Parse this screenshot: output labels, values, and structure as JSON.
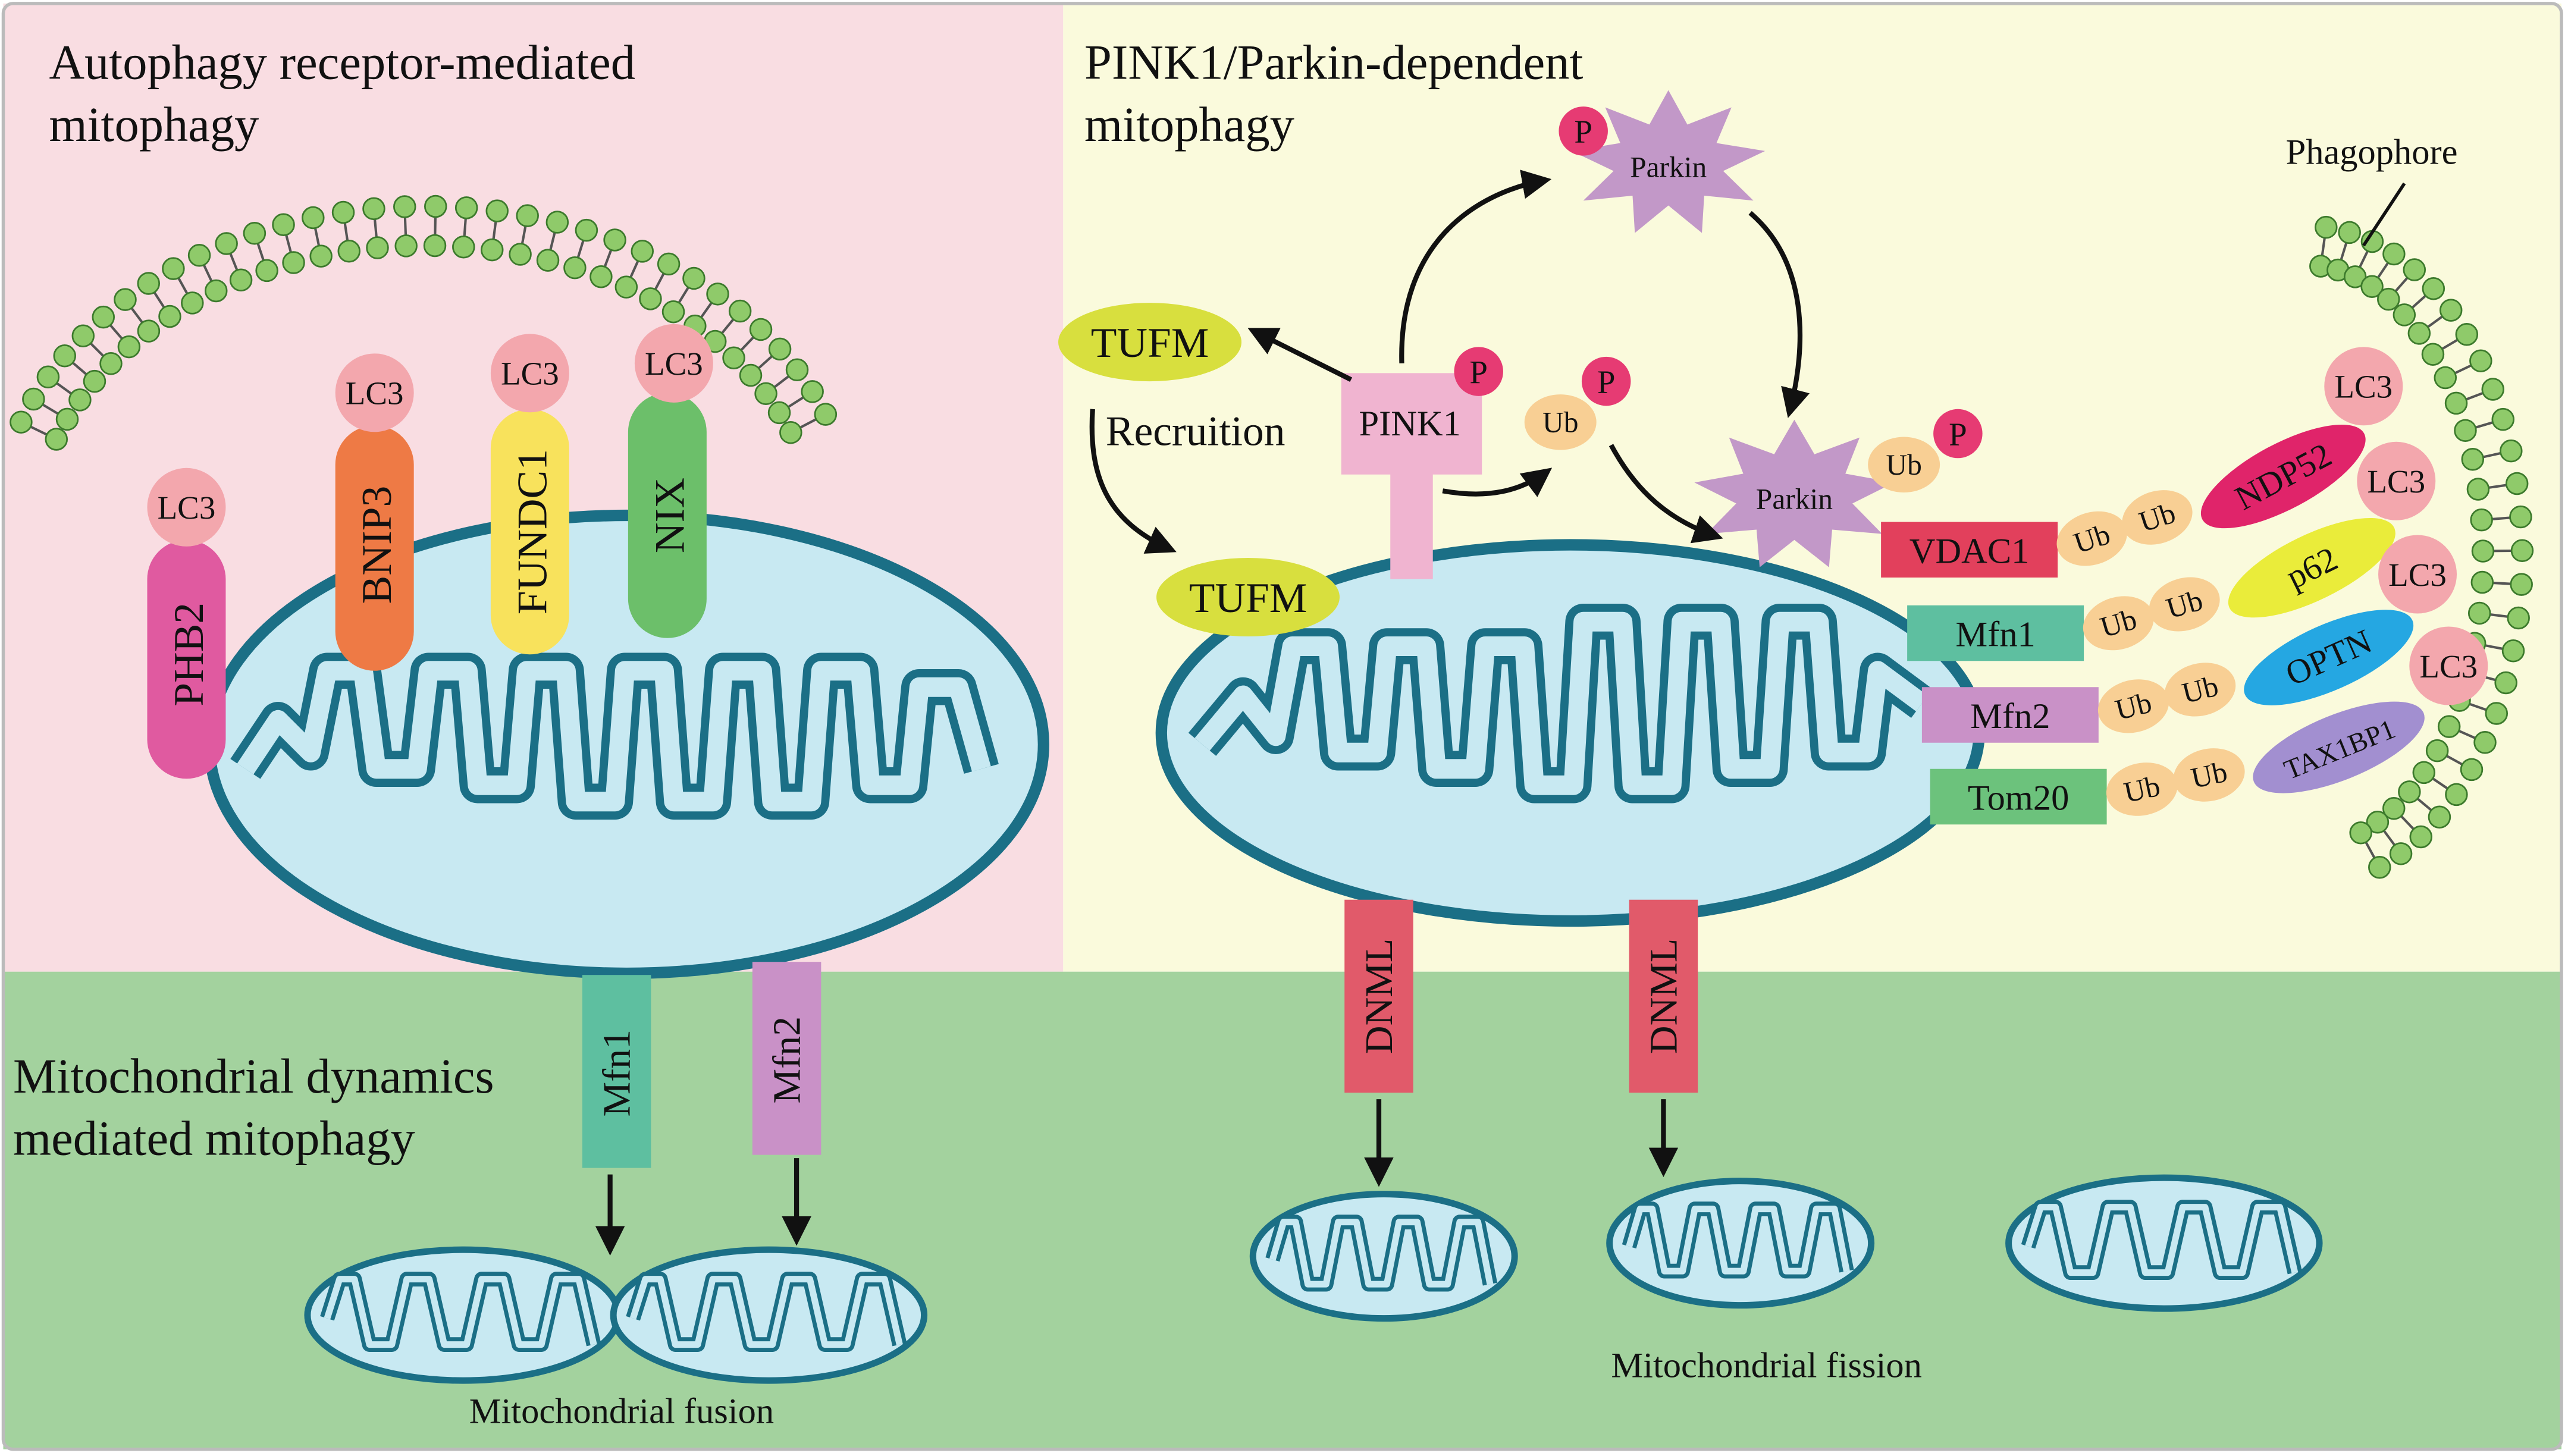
{
  "panels": {
    "receptor_title_1": "Autophagy receptor-mediated",
    "receptor_title_2": "mitophagy",
    "pink_title_1": "PINK1/Parkin-dependent",
    "pink_title_2": "mitophagy",
    "dynamics_title_1": "Mitochondrial dynamics",
    "dynamics_title_2": "mediated mitophagy"
  },
  "colors": {
    "receptor_bg": "#f9dde2",
    "pink_bg": "#fafadc",
    "dynamics_bg": "#a3d29e",
    "mito_fill": "#c8e9f2",
    "mito_stroke": "#1b6f86",
    "lipid_head": "#8fca6a",
    "lc3": "#f3a7ad",
    "ub": "#f8cf94",
    "phospho": "#e63b73",
    "parkin": "#c298c8",
    "tufm": "#d8df3e",
    "pink1_receptor": "#f0b4d0",
    "phb2": "#e05aa0",
    "bnip3": "#ee7a45",
    "fundc1": "#f8e25c",
    "nix": "#6cbf6a",
    "dnml": "#e15a6a",
    "mfn1": "#5ebfa0",
    "mfn2": "#c991c7",
    "vdac1": "#e2405c",
    "tom20": "#6cc27c",
    "ndp52": "#e0246a",
    "p62": "#eaec3a",
    "optn": "#25a7e2",
    "tax1bp1": "#a28fd0"
  },
  "receptor": {
    "lc3": "LC3",
    "receptors": [
      "PHB2",
      "BNIP3",
      "FUNDC1",
      "NIX"
    ]
  },
  "pink": {
    "phagophore": "Phagophore",
    "parkin": "Parkin",
    "p": "P",
    "ub": "Ub",
    "pink1": "PINK1",
    "tufm": "TUFM",
    "recruition": "Recruition",
    "lc3": "LC3",
    "substrates": [
      "VDAC1",
      "Mfn1",
      "Mfn2",
      "Tom20"
    ],
    "adaptors": [
      "NDP52",
      "p62",
      "OPTN",
      "TAX1BP1"
    ]
  },
  "dynamics": {
    "mfn1": "Mfn1",
    "mfn2": "Mfn2",
    "dnml": "DNML",
    "fusion": "Mitochondrial fusion",
    "fission": "Mitochondrial fission"
  }
}
